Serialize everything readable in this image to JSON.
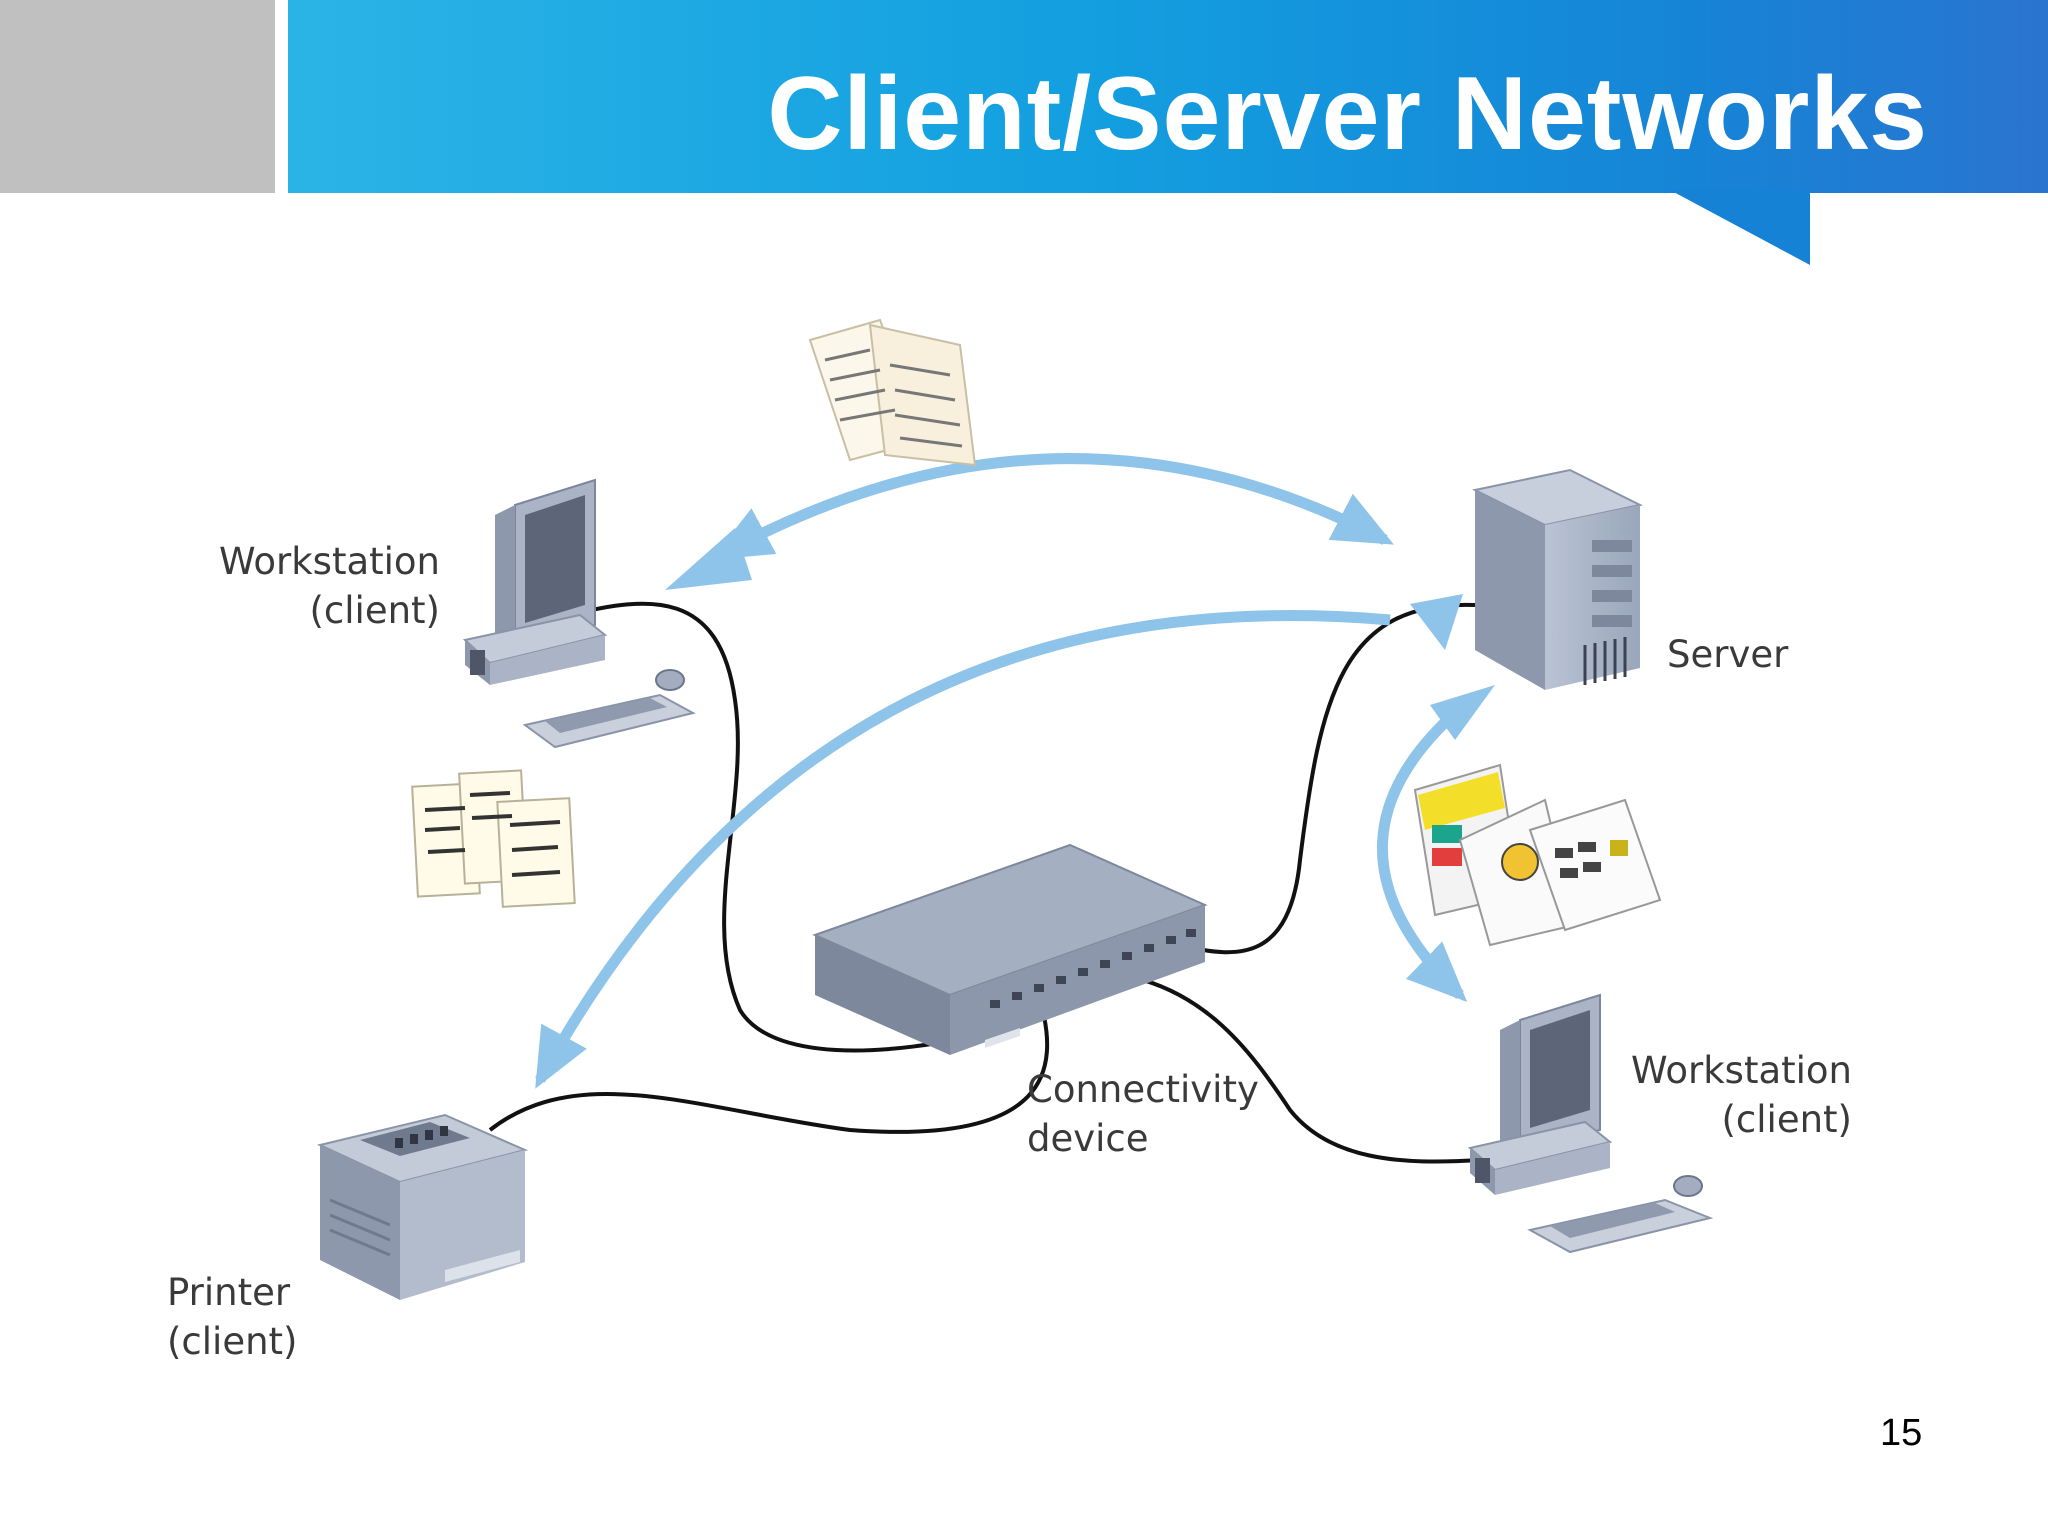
{
  "slide": {
    "title": "Client/Server Networks",
    "page_number": "15"
  },
  "diagram": {
    "nodes": {
      "workstation_top": {
        "line1": "Workstation",
        "line2": "(client)"
      },
      "server": {
        "label": "Server"
      },
      "connectivity_device": {
        "line1": "Connectivity",
        "line2": "device"
      },
      "printer": {
        "line1": "Printer",
        "line2": "(client)"
      },
      "workstation_bottom": {
        "line1": "Workstation",
        "line2": "(client)"
      }
    }
  },
  "colors": {
    "title_band": "#139fe0",
    "arrow": "#8ec3ea",
    "cable": "#111111",
    "device_body": "#9aa7bc"
  }
}
